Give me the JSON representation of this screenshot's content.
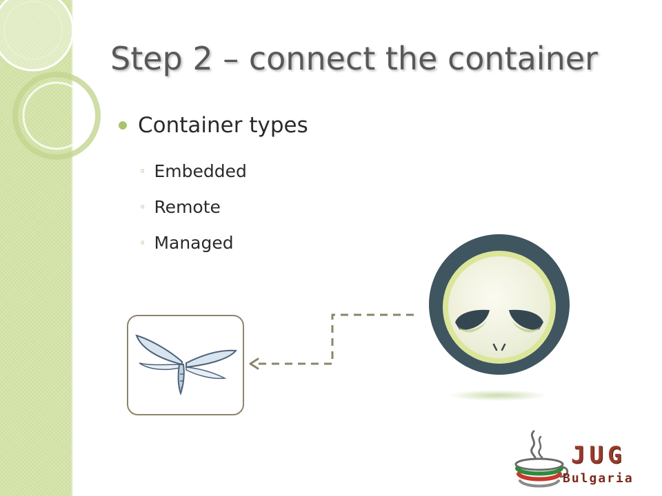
{
  "slide": {
    "title": "Step 2 – connect the container",
    "bullet": "Container types",
    "sub_items": [
      "Embedded",
      "Remote",
      "Managed"
    ]
  },
  "logo": {
    "line1": "JUG",
    "line2": "Bulgaria"
  },
  "icons": {
    "container_logo": "wildfly-icon",
    "test_framework_logo": "arquillian-alien-icon",
    "bullet_marker": "dot-bullet-icon",
    "sub_bullet_marker": "ring-bullet-icon",
    "connector": "dashed-arrow-icon",
    "community_logo": "java-cup-icon"
  },
  "colors": {
    "side_band": "#d4e3a8",
    "title": "#585858",
    "bullet_accent": "#a9c46b",
    "connector": "#8b8468",
    "alien_ring": "#3f5560",
    "alien_face": "#f4f4e4",
    "jug_red": "#9a3a2a"
  }
}
